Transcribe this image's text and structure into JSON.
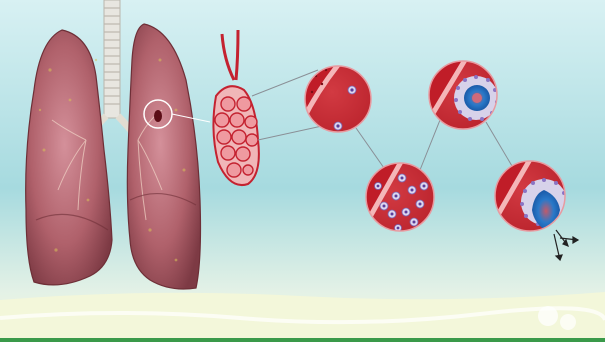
{
  "scene": {
    "colors": {
      "sky_top": "#c9ecef",
      "sky_mid": "#9fd8dd",
      "ground": "#f2f6d6",
      "lung": "#b56a73",
      "lung_dark": "#7a3840",
      "tissue": "#c81f2a",
      "tissue_light": "#e8a0a4",
      "cell": "#d7d2ea",
      "cell_nucleus": "#5a3e9a",
      "granuloma_core": "#1f6fc6",
      "frame_bottom": "#3a9a4a"
    },
    "stages": [
      {
        "id": "lungs"
      },
      {
        "id": "alveolar-cluster"
      },
      {
        "id": "bacteria-entry"
      },
      {
        "id": "immune-response"
      },
      {
        "id": "granuloma-formation"
      },
      {
        "id": "granuloma-rupture"
      }
    ]
  }
}
